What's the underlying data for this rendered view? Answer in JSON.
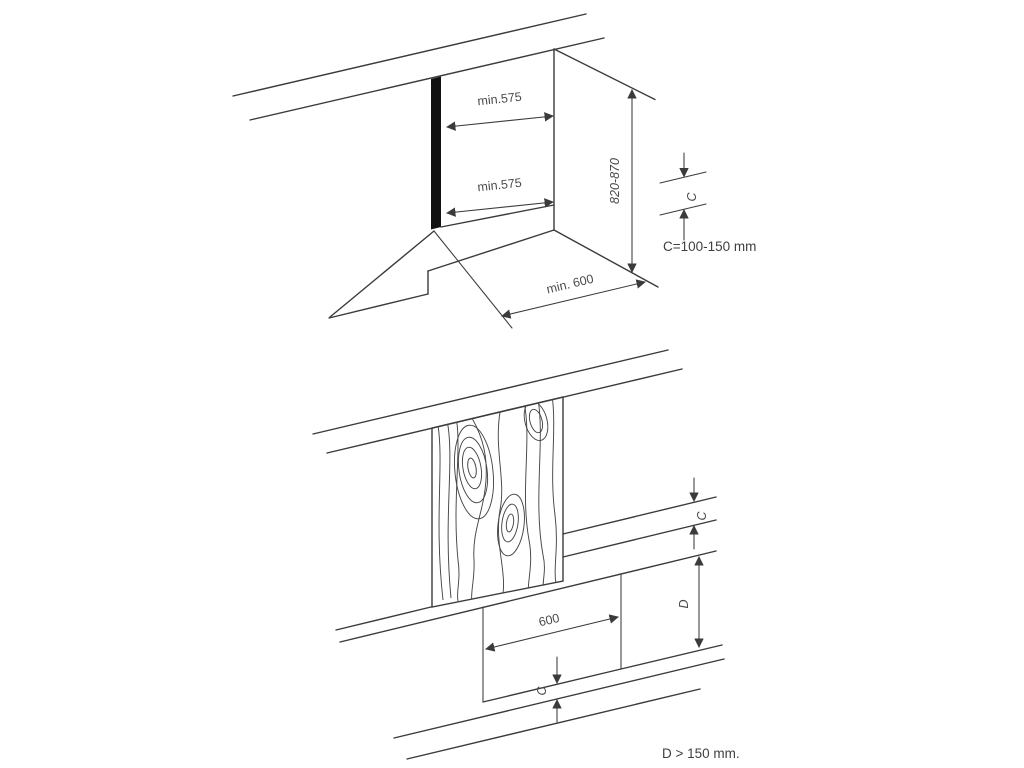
{
  "figure": {
    "background": "#ffffff",
    "line_color": "#3b3b3b",
    "text_color": "#4a4a4a",
    "description": "appliance-built-in-niche-installation-diagram"
  },
  "top_diagram": {
    "width_top_label": "min.575",
    "width_bottom_label": "min.575",
    "height_label": "820-870",
    "depth_label": "min. 600",
    "clearance_letter": "C",
    "clearance_note": "C=100-150 mm"
  },
  "bottom_diagram": {
    "width_label": "600",
    "clearance_letter_right": "C",
    "clearance_letter_bottom": "C",
    "depth_letter": "D",
    "depth_note": "D > 150 mm."
  }
}
